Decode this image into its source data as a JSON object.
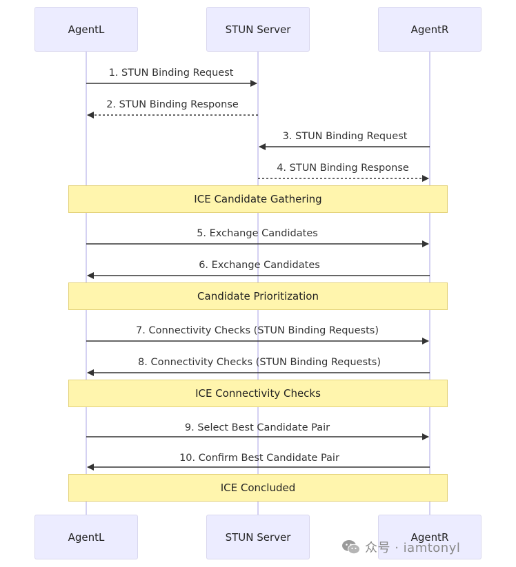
{
  "actors": [
    "AgentL",
    "STUN Server",
    "AgentR"
  ],
  "messages": [
    {
      "label": "1. STUN Binding Request",
      "from": "AgentL",
      "to": "STUN Server",
      "style": "solid"
    },
    {
      "label": "2. STUN Binding Response",
      "from": "STUN Server",
      "to": "AgentL",
      "style": "dashed"
    },
    {
      "label": "3. STUN Binding Request",
      "from": "AgentR",
      "to": "STUN Server",
      "style": "solid"
    },
    {
      "label": "4. STUN Binding Response",
      "from": "STUN Server",
      "to": "AgentR",
      "style": "dashed"
    },
    {
      "label": "5. Exchange Candidates",
      "from": "AgentL",
      "to": "AgentR",
      "style": "solid"
    },
    {
      "label": "6. Exchange Candidates",
      "from": "AgentR",
      "to": "AgentL",
      "style": "solid"
    },
    {
      "label": "7. Connectivity Checks (STUN Binding Requests)",
      "from": "AgentL",
      "to": "AgentR",
      "style": "solid"
    },
    {
      "label": "8. Connectivity Checks (STUN Binding Requests)",
      "from": "AgentR",
      "to": "AgentL",
      "style": "solid"
    },
    {
      "label": "9. Select Best Candidate Pair",
      "from": "AgentL",
      "to": "AgentR",
      "style": "solid"
    },
    {
      "label": "10. Confirm Best Candidate Pair",
      "from": "AgentR",
      "to": "AgentL",
      "style": "solid"
    }
  ],
  "notes": [
    "ICE Candidate Gathering",
    "Candidate Prioritization",
    "ICE Connectivity Checks",
    "ICE Concluded"
  ],
  "watermark": {
    "text": "众号 · iamtonyl",
    "icon": "wechat-icon"
  },
  "colors": {
    "actor_fill": "#ececff",
    "lifeline": "#d4d1f2",
    "note_fill": "#fff5ad",
    "arrow": "#333333"
  }
}
